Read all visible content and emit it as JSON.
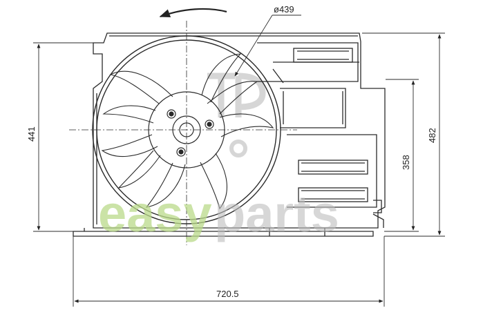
{
  "drawing": {
    "subject": "Radiator cooling fan with shroud",
    "rotation_direction": "counter-clockwise"
  },
  "dimensions": {
    "fan_diameter": "ø439",
    "overall_height": "441",
    "right_height": "482",
    "inner_height": "358",
    "overall_width": "720.5"
  },
  "watermark": {
    "brand": "easyparts",
    "colors": {
      "easy": "#b9d98a",
      "parts": "#bdbdbd",
      "logo": "#c8c8c8"
    }
  },
  "colors": {
    "line": "#2a2a2a",
    "background": "#ffffff"
  }
}
